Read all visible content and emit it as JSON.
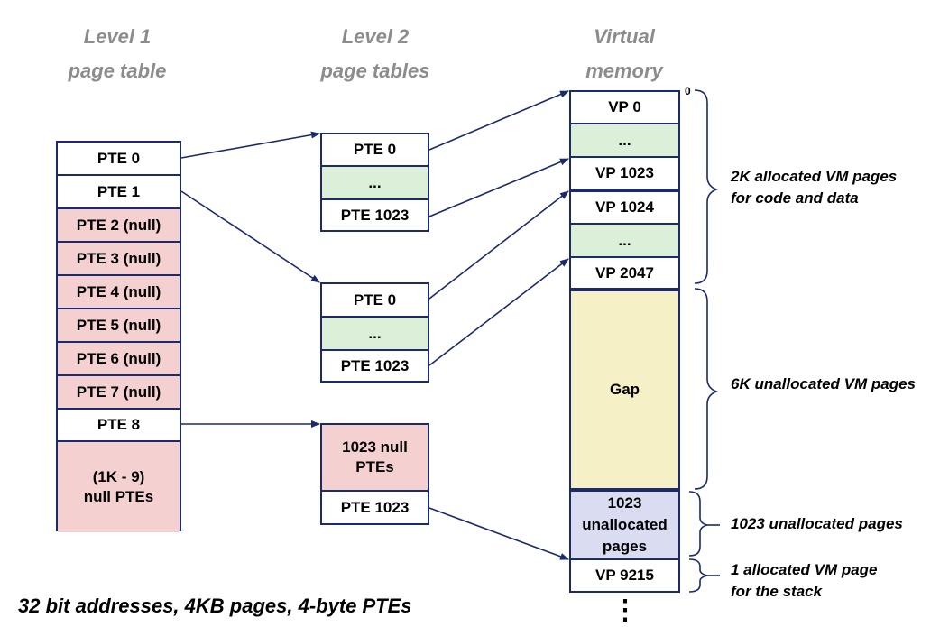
{
  "headers": {
    "level1": "Level 1\npage table",
    "level2": "Level 2\npage tables",
    "vm": "Virtual\nmemory"
  },
  "level1_table": [
    {
      "label": "PTE 0",
      "color": "white"
    },
    {
      "label": "PTE 1",
      "color": "white"
    },
    {
      "label": "PTE 2 (null)",
      "color": "pink"
    },
    {
      "label": "PTE 3 (null)",
      "color": "pink"
    },
    {
      "label": "PTE 4 (null)",
      "color": "pink"
    },
    {
      "label": "PTE 5 (null)",
      "color": "pink"
    },
    {
      "label": "PTE 6 (null)",
      "color": "pink"
    },
    {
      "label": "PTE 7 (null)",
      "color": "pink"
    },
    {
      "label": "PTE 8",
      "color": "white"
    },
    {
      "label": "(1K - 9)\nnull PTEs",
      "color": "pink"
    }
  ],
  "level2_tables": [
    [
      {
        "label": "PTE 0",
        "color": "white"
      },
      {
        "label": "...",
        "color": "green"
      },
      {
        "label": "PTE 1023",
        "color": "white"
      }
    ],
    [
      {
        "label": "PTE 0",
        "color": "white"
      },
      {
        "label": "...",
        "color": "green"
      },
      {
        "label": "PTE 1023",
        "color": "white"
      }
    ],
    [
      {
        "label": "1023 null\nPTEs",
        "color": "pink"
      },
      {
        "label": "PTE 1023",
        "color": "white"
      }
    ]
  ],
  "virtual_memory": [
    {
      "label": "VP 0",
      "color": "white"
    },
    {
      "label": "...",
      "color": "green"
    },
    {
      "label": "VP 1023",
      "color": "white"
    },
    {
      "label": "VP 1024",
      "color": "white"
    },
    {
      "label": "...",
      "color": "green"
    },
    {
      "label": "VP 2047",
      "color": "white"
    },
    {
      "label": "Gap",
      "color": "yellow"
    },
    {
      "label": "1023\nunallocated\npages",
      "color": "lav"
    },
    {
      "label": "VP 9215",
      "color": "white"
    }
  ],
  "vm_zero_label": "0",
  "annotations": [
    "2K allocated VM pages\nfor code and data",
    "6K unallocated VM pages",
    "1023 unallocated  pages",
    "1 allocated VM page\nfor the stack"
  ],
  "continuation": "⋮",
  "footer": "32 bit addresses, 4KB pages, 4-byte PTEs",
  "colors": {
    "border": "#1a2a6c",
    "null_pte": "#f5d0d0",
    "allocated_range": "#dcefd8",
    "gap": "#f6f0c6",
    "unallocated": "#dadcf2",
    "header": "#8c8c8c"
  }
}
